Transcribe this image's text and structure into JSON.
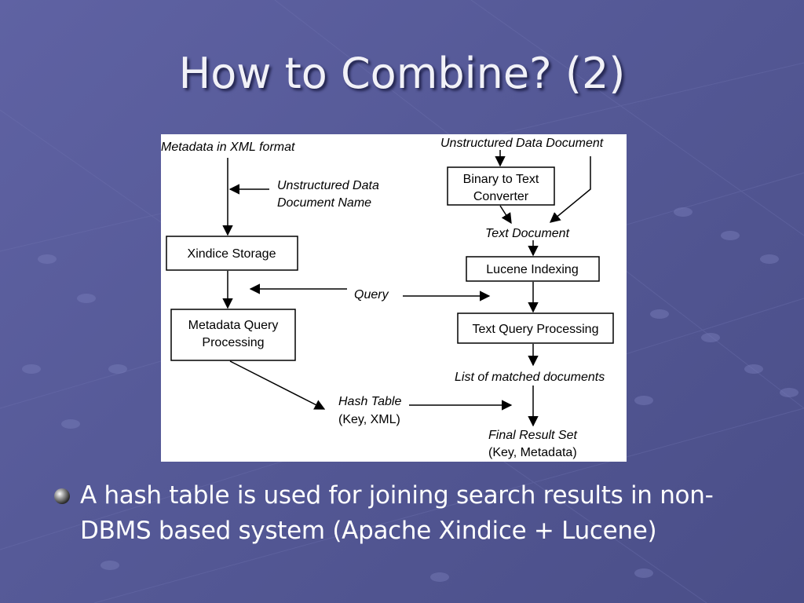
{
  "slide": {
    "title": "How to Combine? (2)",
    "bullet": "A hash table is used for joining search results in non-DBMS based system (Apache Xindice + Lucene)"
  },
  "diagram": {
    "labels": {
      "metadata_xml": "Metadata in XML format",
      "unstructured_name_1": "Unstructured Data",
      "unstructured_name_2": "Document Name",
      "unstructured_doc": "Unstructured Data Document",
      "text_document": "Text Document",
      "query": "Query",
      "list_matched": "List of matched documents",
      "hash_table_1": "Hash Table",
      "hash_table_2": "(Key, XML)",
      "final_result_1": "Final Result Set",
      "final_result_2": "(Key, Metadata)"
    },
    "boxes": {
      "binary_1": "Binary to Text",
      "binary_2": "Converter",
      "xindice": "Xindice Storage",
      "lucene": "Lucene Indexing",
      "metadata_query_1": "Metadata Query",
      "metadata_query_2": "Processing",
      "text_query": "Text Query Processing"
    }
  }
}
